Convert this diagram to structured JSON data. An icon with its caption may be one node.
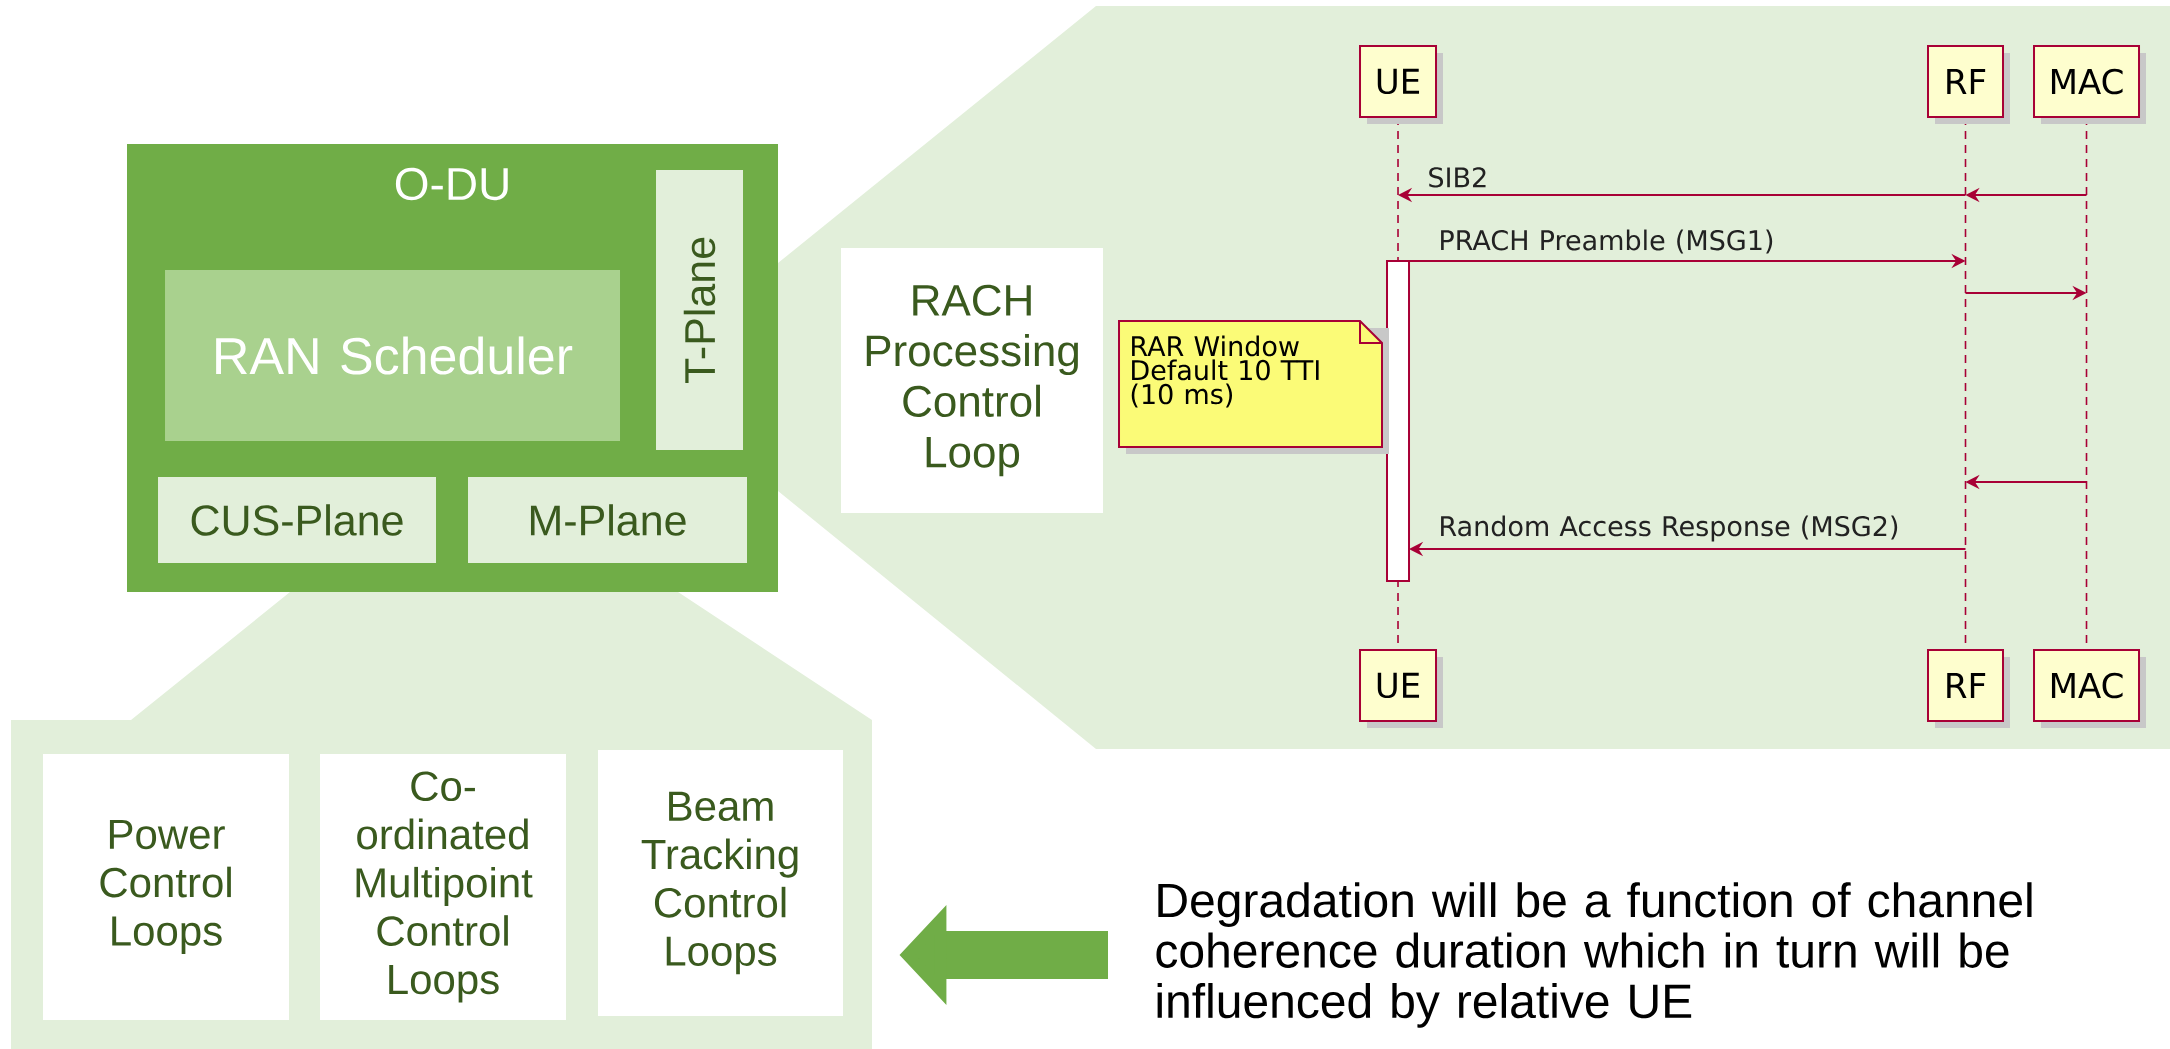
{
  "diagram": {
    "nodes": [
      {
        "text": [
          "O-DU"
        ]
      },
      {
        "text": [
          "RAN Scheduler"
        ],
        "in": 0
      },
      {
        "text": [
          "T-Plane"
        ],
        "in": 0
      },
      {
        "text": [
          "CUS-Plane"
        ],
        "in": 0
      },
      {
        "text": [
          "M-Plane"
        ],
        "in": 0
      },
      {
        "text": [],
        "shape": "box"
      },
      {
        "text": [
          "RACH Processing Control Loop"
        ],
        "in": 5
      },
      {
        "text": [
          "UE",
          "UE"
        ],
        "in": 5
      },
      {
        "text": [
          "RF",
          "RF"
        ],
        "in": 5
      },
      {
        "text": [
          "MAC",
          "MAC"
        ],
        "in": 5
      },
      {
        "text": [
          "RAR Window Default 10 TTI (10 ms)"
        ],
        "in": 5
      },
      {
        "text": [],
        "shape": "box"
      },
      {
        "text": [
          "Power Control Loops"
        ],
        "in": 11
      },
      {
        "text": [
          "Co-ordinated Multipoint Control Loops"
        ],
        "in": 11
      },
      {
        "text": [
          "Beam Tracking Control Loops"
        ],
        "in": 11
      },
      {
        "text": [
          "Degradation will be a function of channel coherence duration which in turn will be influenced by relative UE"
        ]
      }
    ],
    "edges": [
      {
        "from": 9,
        "to": 8,
        "arrow": "to"
      },
      {
        "from": 8,
        "to": 7,
        "arrow": "to",
        "label": "SIB2"
      },
      {
        "from": 7,
        "to": 8,
        "arrow": "to",
        "label": "PRACH Preamble (MSG1)"
      },
      {
        "from": 8,
        "to": 9,
        "arrow": "to"
      },
      {
        "from": 9,
        "to": 8,
        "arrow": "to"
      },
      {
        "from": 8,
        "to": 7,
        "arrow": "to",
        "label": "Random Access Response (MSG2)"
      },
      {
        "from": 15,
        "to": 11,
        "arrow": "to",
        "style": "thick",
        "color": "#70ad47"
      }
    ]
  }
}
